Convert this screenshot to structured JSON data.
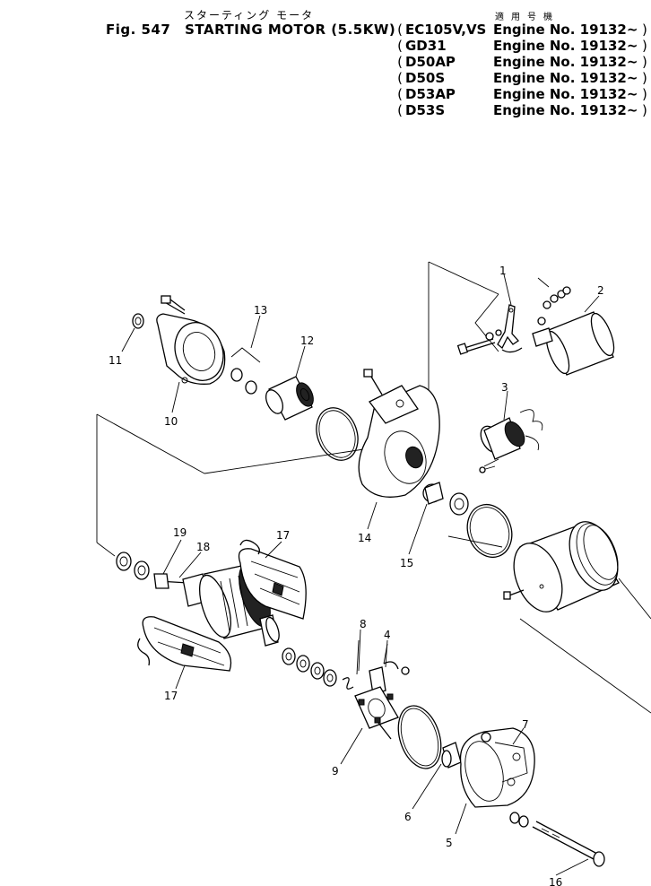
{
  "header": {
    "japanese_title": "スターティング モータ",
    "fig_label": "Fig. 547",
    "title": "STARTING MOTOR (5.5KW)",
    "applicability_header": "適用号機"
  },
  "applicability": [
    {
      "model": "EC105V,VS",
      "engine": "Engine No. 19132~"
    },
    {
      "model": "GD31",
      "engine": "Engine No. 19132~"
    },
    {
      "model": "D50AP",
      "engine": "Engine No. 19132~"
    },
    {
      "model": "D50S",
      "engine": "Engine No. 19132~"
    },
    {
      "model": "D53AP",
      "engine": "Engine No. 19132~"
    },
    {
      "model": "D53S",
      "engine": "Engine No. 19132~"
    }
  ],
  "callouts": [
    "1",
    "2",
    "3",
    "4",
    "5",
    "6",
    "7",
    "8",
    "9",
    "10",
    "11",
    "12",
    "13",
    "14",
    "15",
    "16",
    "17",
    "17",
    "18",
    "19"
  ]
}
